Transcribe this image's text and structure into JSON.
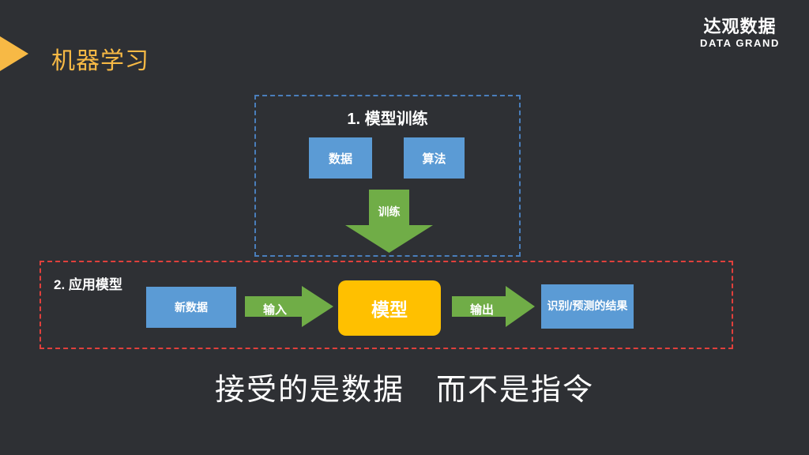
{
  "slide": {
    "title": "机器学习",
    "background_color": "#2e3034",
    "caption": "接受的是数据　而不是指令"
  },
  "logo": {
    "cn": "达观数据",
    "en": "DATA GRAND"
  },
  "sections": {
    "training": {
      "label": "1. 模型训练",
      "border_color": "#4a7ebb",
      "boxes": [
        {
          "label": "数据",
          "color": "#5b9bd5"
        },
        {
          "label": "算法",
          "color": "#5b9bd5"
        }
      ],
      "arrow": {
        "label": "训练",
        "color": "#70ad47",
        "direction": "down"
      }
    },
    "applying": {
      "label": "2. 应用模型",
      "border_color": "#e0403c",
      "input_box": {
        "label": "新数据",
        "color": "#5b9bd5"
      },
      "input_arrow": {
        "label": "输入",
        "color": "#70ad47",
        "direction": "right"
      },
      "model_box": {
        "label": "模型",
        "color": "#ffc000"
      },
      "output_arrow": {
        "label": "输出",
        "color": "#70ad47",
        "direction": "right"
      },
      "result_box": {
        "label": "识别/预测的结果",
        "color": "#5b9bd5"
      }
    }
  },
  "colors": {
    "accent": "#f7b945",
    "blue": "#5b9bd5",
    "green": "#70ad47",
    "orange": "#ffc000",
    "red": "#e0403c",
    "background": "#2e3034"
  }
}
